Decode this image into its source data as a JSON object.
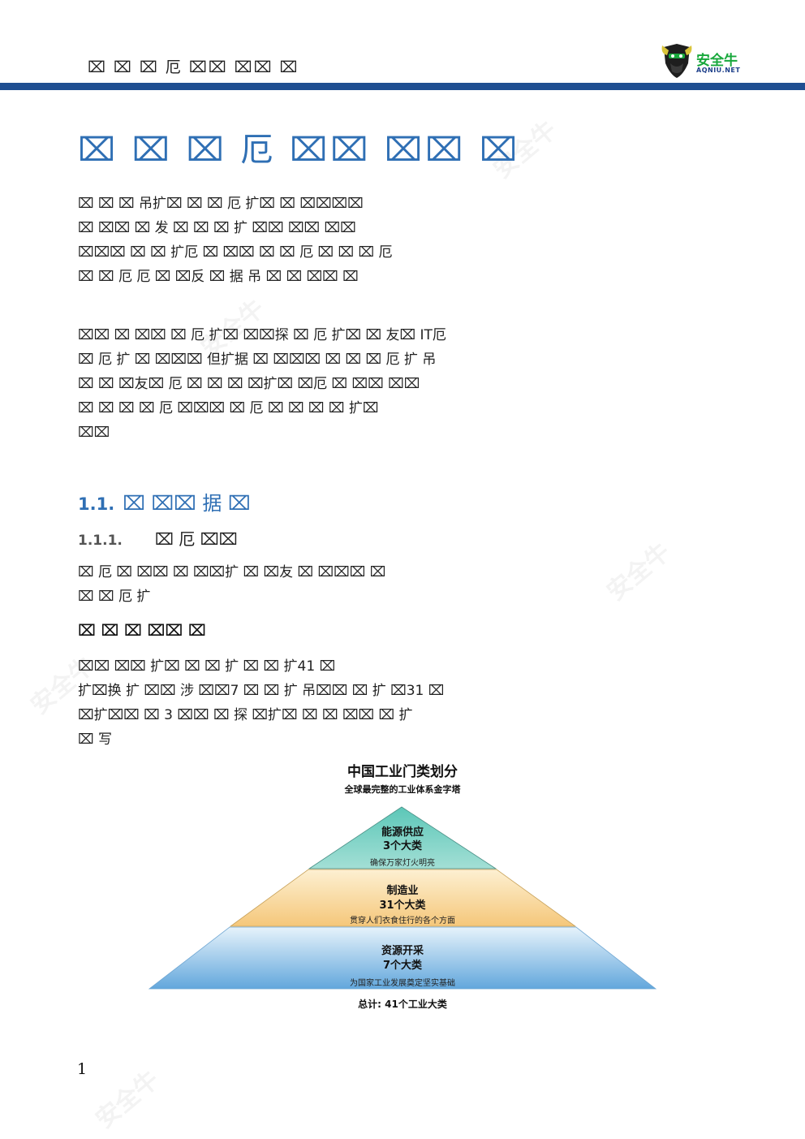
{
  "header": {
    "text": "⌧ ⌧  ⌧ 厄  ⌧⌧ ⌧⌧ ⌧",
    "logo_cn": "安全牛",
    "logo_en": "AQNIU.NET"
  },
  "doc_title": "⌧ ⌧  ⌧ 厄  ⌧⌧ ⌧⌧ ⌧",
  "intro_paragraph": [
    "    ⌧   ⌧ ⌧  吊扩⌧ ⌧   ⌧ 厄 扩⌧   ⌧             ⌧⌧⌧⌧",
    "  ⌧   ⌧⌧  ⌧  发 ⌧   ⌧ ⌧     扩     ⌧⌧  ⌧⌧ ⌧⌧",
    "⌧⌧⌧   ⌧ ⌧ 扩厄 ⌧ ⌧⌧    ⌧     ⌧ 厄 ⌧     ⌧    ⌧ 厄",
    "  ⌧ ⌧ 厄       厄   ⌧   ⌧反 ⌧  据     吊    ⌧  ⌧ ⌧⌧   ⌧"
  ],
  "second_paragraph": [
    "  ⌧⌧ ⌧ ⌧⌧     ⌧ 厄 扩⌧    ⌧⌧探    ⌧ 厄 扩⌧ ⌧  友⌧  IT厄",
    "    ⌧ 厄 扩   ⌧   ⌧⌧⌧ 但扩据   ⌧ ⌧⌧⌧    ⌧    ⌧      ⌧ 厄 扩 吊",
    "⌧ ⌧        ⌧友⌧ 厄 ⌧    ⌧   ⌧   ⌧扩⌧   ⌧厄 ⌧   ⌧⌧   ⌧⌧",
    "⌧ ⌧    ⌧   ⌧ 厄    ⌧⌧⌧ ⌧ 厄 ⌧   ⌧   ⌧        ⌧ 扩⌧",
    " ⌧⌧"
  ],
  "section_1_1": {
    "number": "1.1.",
    "title": "⌧    ⌧⌧ 据 ⌧"
  },
  "section_1_1_1": {
    "number": "1.1.1.",
    "title": "⌧ 厄    ⌧⌧"
  },
  "section_1_1_1_paragraph": [
    "    ⌧ 厄  ⌧ ⌧⌧ ⌧     ⌧⌧扩   ⌧     ⌧友 ⌧           ⌧⌧⌧ ⌧",
    "⌧     ⌧ 厄 扩"
  ],
  "subheading": "⌧ ⌧  ⌧ ⌧⌧ ⌧",
  "subheading_paragraph": [
    "        ⌧⌧ ⌧⌧ 扩⌧ ⌧     ⌧     扩      ⌧         ⌧ 扩41  ⌧",
    "   扩⌧换    扩 ⌧⌧   涉 ⌧⌧7   ⌧ ⌧    扩    吊⌧⌧ ⌧  扩  ⌧31  ⌧",
    "    ⌧扩⌧⌧   ⌧  3  ⌧⌧ ⌧ 探      ⌧扩⌧ ⌧ ⌧ ⌧⌧    ⌧     扩",
    " ⌧  写"
  ],
  "figure": {
    "title": "中国工业门类划分",
    "subtitle": "全球最完整的工业体系金字塔",
    "tiers": [
      {
        "name": "能源供应",
        "count": "3个大类",
        "desc": "确保万家灯火明亮",
        "color_top": "#5cc7b8",
        "color_bottom": "#a3dfd5"
      },
      {
        "name": "制造业",
        "count": "31个大类",
        "desc": "贯穿人们衣食住行的各个方面",
        "color_top": "#fdf0d2",
        "color_bottom": "#f5c77a"
      },
      {
        "name": "资源开采",
        "count": "7个大类",
        "desc": "为国家工业发展奠定坚实基础",
        "color_top": "#e6f3fb",
        "color_bottom": "#62a7dc"
      }
    ],
    "total": "总计: 41个工业大类"
  },
  "page_number": "1"
}
